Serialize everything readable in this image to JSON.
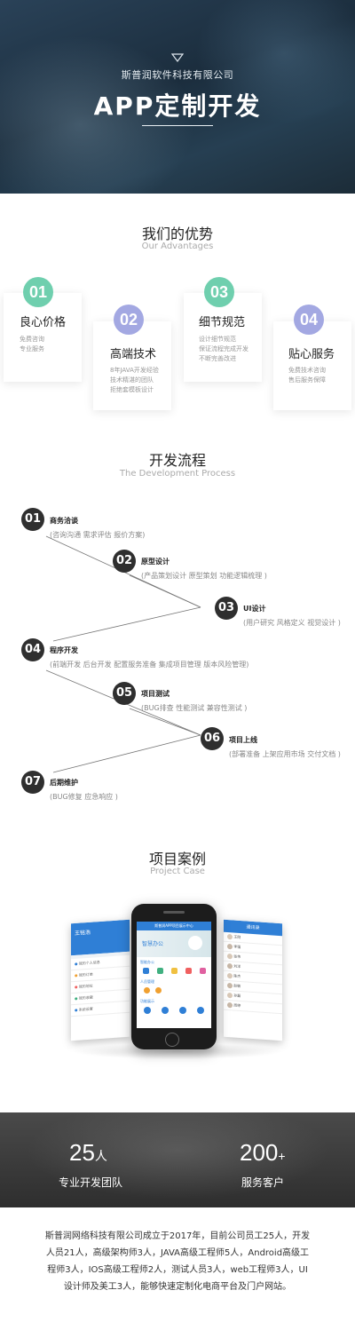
{
  "hero": {
    "company": "斯普润软件科技有限公司",
    "title": "APP定制开发"
  },
  "advantages": {
    "title": "我们的优势",
    "subtitle": "Our Advantages",
    "items": [
      {
        "num": "01",
        "title": "良心价格",
        "desc": [
          "免费咨询",
          "专业服务"
        ],
        "color": "#6fcfae"
      },
      {
        "num": "02",
        "title": "高端技术",
        "desc": [
          "8年JAVA开发经验",
          "技术精湛的团队",
          "拒绝套模板设计"
        ],
        "color": "#a3a8e2"
      },
      {
        "num": "03",
        "title": "细节规范",
        "desc": [
          "设计细节规范",
          "保证流程完成开发",
          "不断完善改进"
        ],
        "color": "#6fcfae"
      },
      {
        "num": "04",
        "title": "贴心服务",
        "desc": [
          "免费技术咨询",
          "售后服务保障"
        ],
        "color": "#a3a8e2"
      }
    ]
  },
  "process": {
    "title": "开发流程",
    "subtitle": "The Development Process",
    "steps": [
      {
        "num": "01",
        "name": "商务洽谈",
        "desc": "(咨询沟通   需求评估   报价方案)"
      },
      {
        "num": "02",
        "name": "原型设计",
        "desc": "(产品策划设计  原型策划  功能逻辑梳理 )"
      },
      {
        "num": "03",
        "name": "UI设计",
        "desc": "(用户研究  风格定义  视觉设计 )"
      },
      {
        "num": "04",
        "name": "程序开发",
        "desc": "(前端开发  后台开发  配置服务准备  集成项目管理  版本风险管理)"
      },
      {
        "num": "05",
        "name": "项目测试",
        "desc": "(BUG排查  性能测试  兼容性测试  )"
      },
      {
        "num": "06",
        "name": "项目上线",
        "desc": "(部署准备  上架应用市场  交付文档 )"
      },
      {
        "num": "07",
        "name": "后期维护",
        "desc": "(BUG修复  应急响应 )"
      }
    ]
  },
  "cases": {
    "title": "项目案例",
    "subtitle": "Project Case",
    "left_phone": {
      "header": "王铭浩",
      "items": [
        "我的个人信息",
        "我的订单",
        "我的地址",
        "我的收藏",
        "系统设置"
      ]
    },
    "center_phone": {
      "header": "斯普润APP项目展示中心",
      "banner": "智慧办公",
      "section1": "智能办公",
      "section2": "人员管理",
      "section3": "功能展示"
    },
    "right_phone": {
      "header": "通讯录",
      "contacts": [
        "王刚",
        "李强",
        "张伟",
        "刘洋",
        "陈杰",
        "赵敏",
        "孙磊",
        "周婷"
      ]
    }
  },
  "stats": {
    "items": [
      {
        "value": "25",
        "suffix": "人",
        "label": "专业开发团队"
      },
      {
        "value": "200",
        "suffix": "+",
        "label": "服务客户"
      }
    ]
  },
  "about": {
    "text": "斯普润网络科技有限公司成立于2017年，目前公司员工25人，开发人员21人，高级架构师3人，JAVA高级工程师5人，Android高级工程师3人，IOS高级工程师2人，测试人员3人，web工程师3人，UI设计师及美工3人，能够快速定制化电商平台及门户网站。"
  },
  "colors": {
    "accent_green": "#6fcfae",
    "accent_purple": "#a3a8e2",
    "phone_blue": "#2f7fd6",
    "dark": "#2f2f2f"
  }
}
